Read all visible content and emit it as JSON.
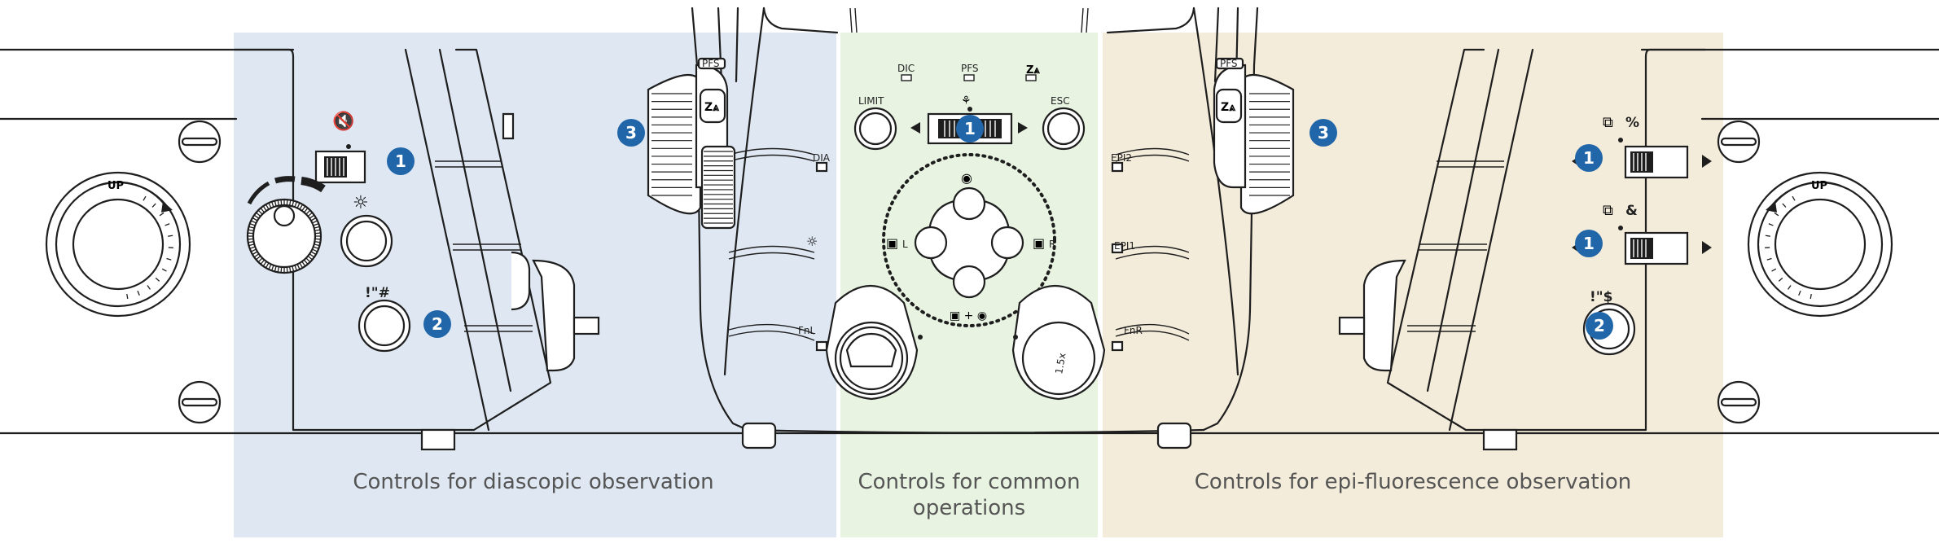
{
  "colors": {
    "diascopic_bg": "#dfe8f2",
    "common_bg": "#e8f3e2",
    "epi_bg": "#f4ecda",
    "badge": "#2166a8",
    "line": "#1e1e1e",
    "caption": "#555555"
  },
  "sections": {
    "diascopic": "Controls for diascopic observation",
    "common_line1": "Controls for common",
    "common_line2": "operations",
    "epi": "Controls for epi-fluorescence observation"
  },
  "badges": {
    "dia_switch": "1",
    "dia_button": "2",
    "left_knob": "3",
    "center_switch": "1",
    "right_knob": "3",
    "epi_switch_upper": "1",
    "epi_switch_lower": "1",
    "epi_button": "2"
  },
  "labels": {
    "pfs_left": "PFS",
    "pfs_right": "PFS",
    "dic": "DIC",
    "pfs_center": "PFS",
    "limit": "LIMIT",
    "esc": "ESC",
    "dia": "DIA",
    "fnl": "FnL",
    "epi2": "EPI2",
    "epi1": "EPI1",
    "fnr": "FnR",
    "up_left": "UP",
    "up_right": "UP",
    "cam_l": "L",
    "cam_r": "R",
    "dia_button_symbol": "!\"#",
    "epi_button_symbol": "!\"$",
    "epi_upper_symbol": "%",
    "epi_lower_symbol": "&",
    "zoom_dial": "1.5x"
  },
  "icons": {
    "dia_switch_icon": "condenser-rotate-icon",
    "lamp_icon": "lamp-icon",
    "camera_icon": "camera-icon",
    "eye_icon": "eye-icon",
    "z_escape_icon": "z-escape-icon",
    "shutter_icon": "shutter-icon"
  }
}
